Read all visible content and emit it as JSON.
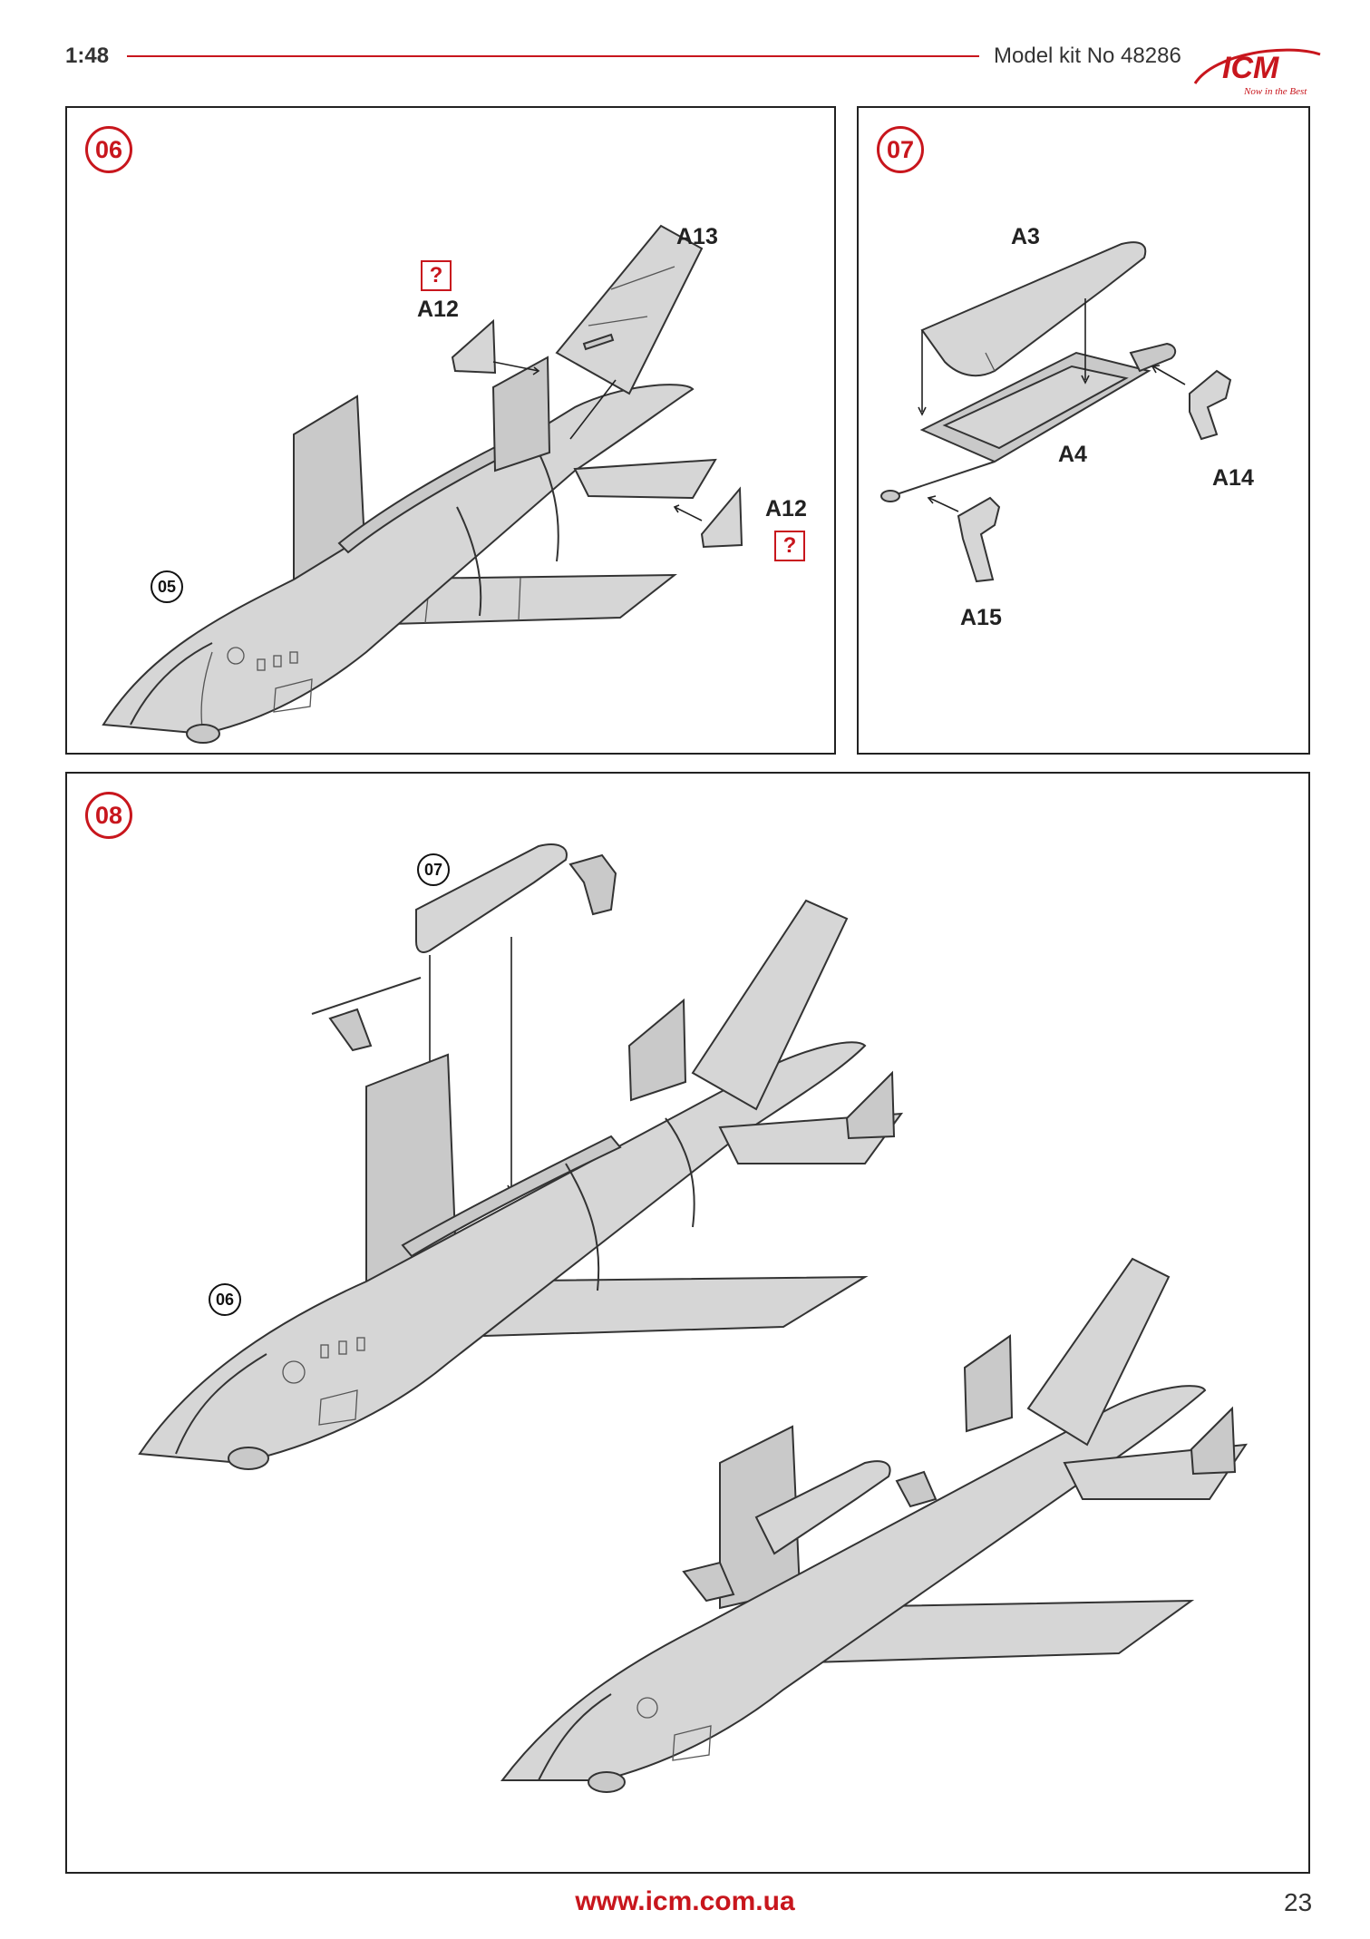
{
  "header": {
    "scale": "1:48",
    "kit_number": "Model kit No 48286",
    "logo_text": "ICM",
    "logo_tagline": "Now in the Best"
  },
  "steps": {
    "s06": {
      "number": "06",
      "sub_ref": "05",
      "parts": {
        "a13": "A13",
        "a12_top": "A12",
        "a12_right": "A12"
      },
      "qmark": "?"
    },
    "s07": {
      "number": "07",
      "parts": {
        "a3": "A3",
        "a4": "A4",
        "a14": "A14",
        "a15": "A15"
      }
    },
    "s08": {
      "number": "08",
      "sub_ref_a": "07",
      "sub_ref_b": "06"
    }
  },
  "footer": {
    "url": "www.icm.com.ua",
    "page": "23"
  },
  "colors": {
    "accent": "#c8161d",
    "part_gray": "#d6d6d6"
  }
}
